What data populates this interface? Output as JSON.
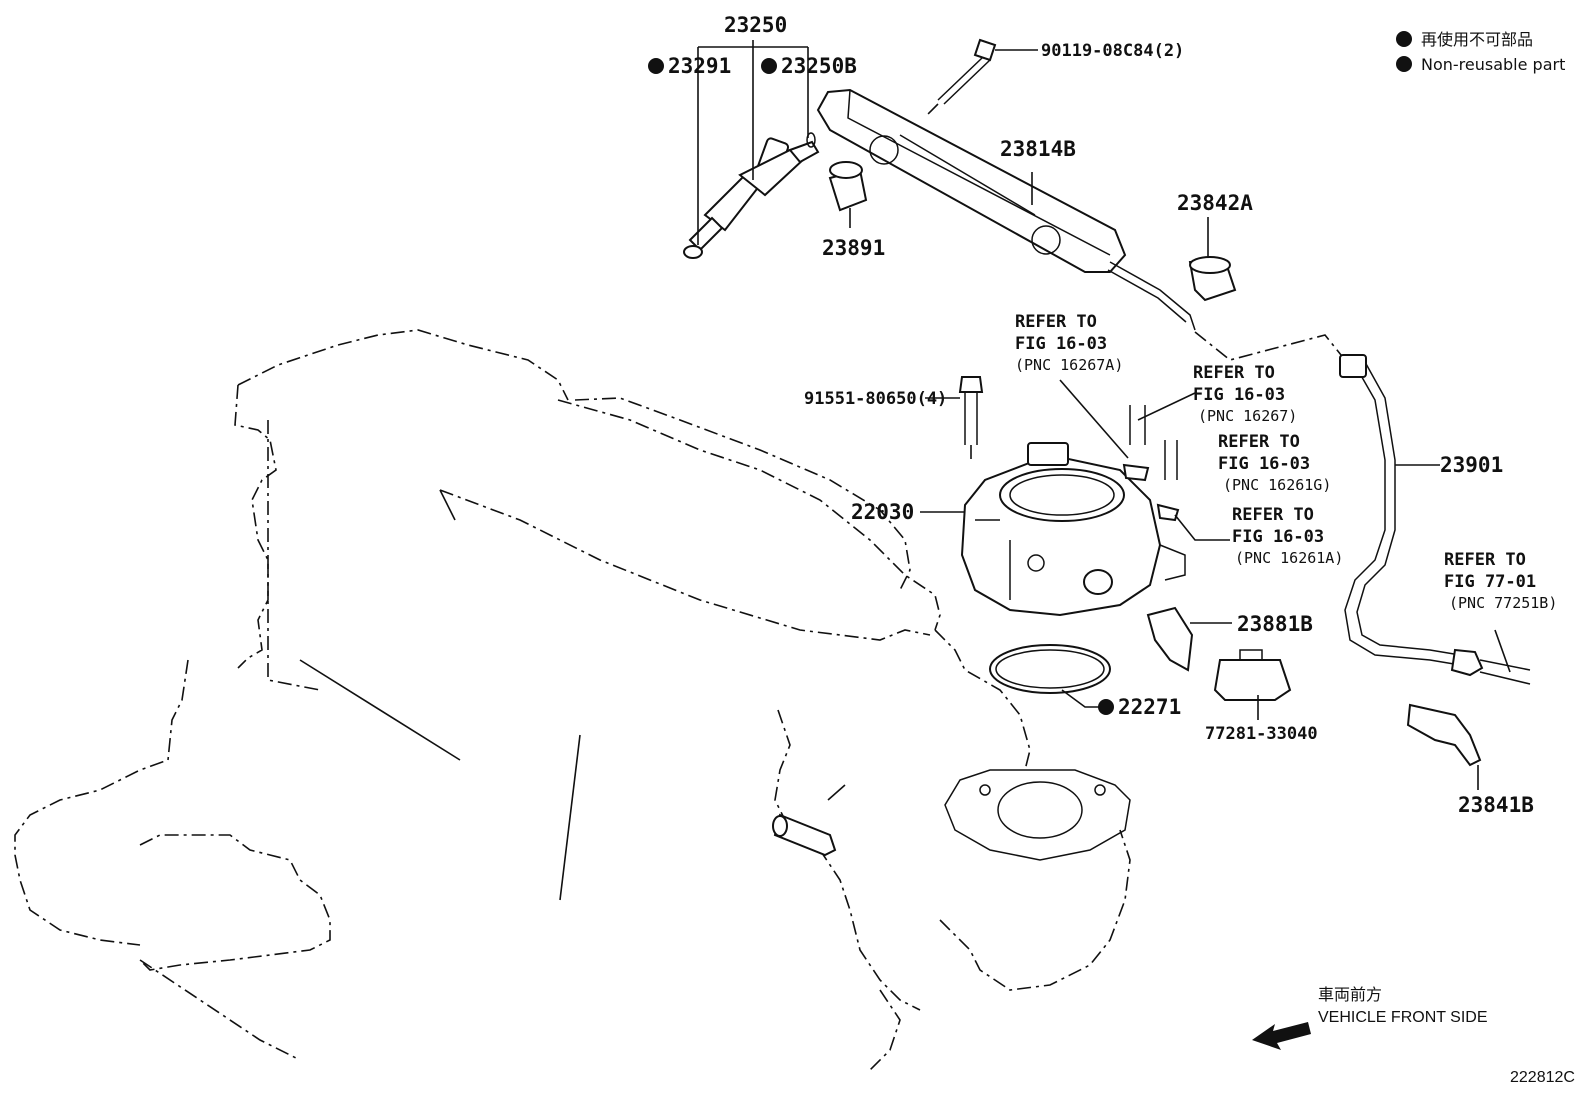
{
  "legend": {
    "line_ja": "再使用不可部品",
    "line_en": "Non-reusable part"
  },
  "parts": {
    "p23250": "23250",
    "p23291": "23291",
    "p23250b": "23250B",
    "p90119": "90119-08C84(2)",
    "p23814b": "23814B",
    "p23891": "23891",
    "p23842a": "23842A",
    "p91551": "91551-80650(4)",
    "p22030": "22030",
    "p23901": "23901",
    "p23881b": "23881B",
    "p22271": "22271",
    "p77281": "77281-33040",
    "p23841b": "23841B"
  },
  "refs": {
    "r1": {
      "line1": "REFER TO",
      "line2": "FIG 16-03",
      "line3": "(PNC 16267A)"
    },
    "r2": {
      "line1": "REFER TO",
      "line2": "FIG 16-03",
      "line3": "(PNC 16267)"
    },
    "r3": {
      "line1": "REFER TO",
      "line2": "FIG 16-03",
      "line3": "(PNC 16261G)"
    },
    "r4": {
      "line1": "REFER TO",
      "line2": "FIG 16-03",
      "line3": "(PNC 16261A)"
    },
    "r5": {
      "line1": "REFER TO",
      "line2": "FIG 77-01",
      "line3": "(PNC 77251B)"
    }
  },
  "direction": {
    "ja": "車両前方",
    "en": "VEHICLE FRONT SIDE"
  },
  "figure_id": "222812C"
}
